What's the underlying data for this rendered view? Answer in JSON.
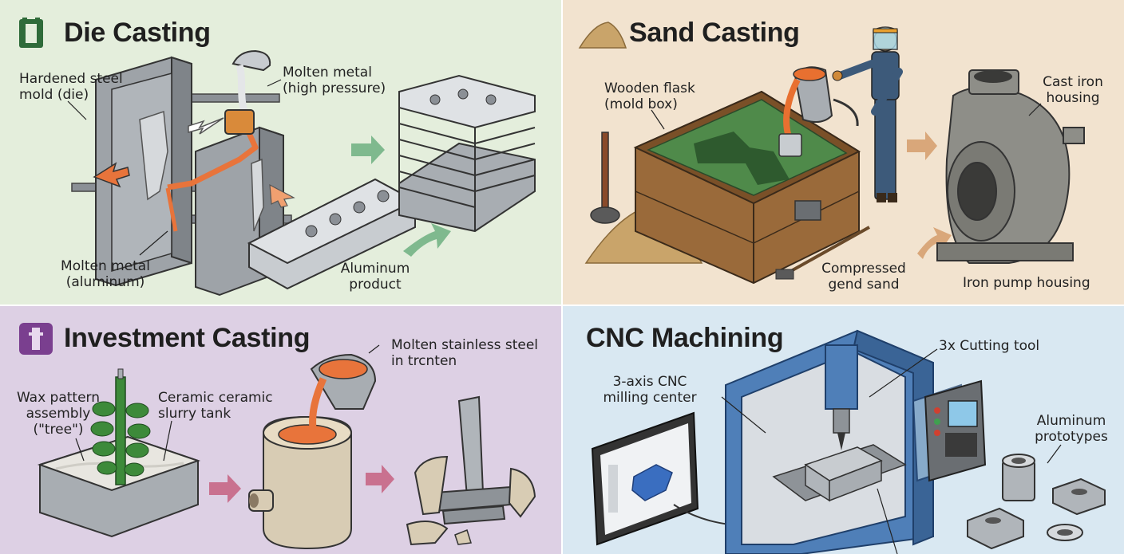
{
  "panels": {
    "die": {
      "title": "Die Casting",
      "icon": "die-mold-icon",
      "labels": {
        "mold": "Hardened steel\nmold (die)",
        "molten_top": "Molten metal\n(high pressure)",
        "molten_bottom": "Molten metal\n(aluminum)",
        "product": "Aluminum\nproduct"
      },
      "colors": {
        "bg": "#e4eedc",
        "arrow": "#7fb98e",
        "molten": "#e8743b"
      }
    },
    "sand": {
      "title": "Sand Casting",
      "icon": "sand-pile-icon",
      "labels": {
        "flask": "Wooden flask\n(mold box)",
        "housing": "Cast iron\nhousing",
        "sand": "Compressed\ngend sand",
        "pump": "Iron pump housing"
      },
      "colors": {
        "bg": "#f2e3cf",
        "arrow": "#d9a77a"
      }
    },
    "investment": {
      "title": "Investment Casting",
      "icon": "wax-tree-icon",
      "labels": {
        "molten": "Molten stainless steel\nin trcnten",
        "wax": "Wax pattern\nassembly\n(\"tree\")",
        "slurry": "Ceramic ceramic\nslurry tank"
      },
      "colors": {
        "bg": "#ddd0e4",
        "arrow": "#c9718f"
      }
    },
    "cnc": {
      "title": "CNC Machining",
      "labels": {
        "tool": "3x Cutting tool",
        "center": "3-axis CNC\nmilling center",
        "prototypes": "Aluminum\nprototypes"
      },
      "colors": {
        "bg": "#d9e8f2",
        "machine": "#4f7fb8"
      }
    }
  }
}
